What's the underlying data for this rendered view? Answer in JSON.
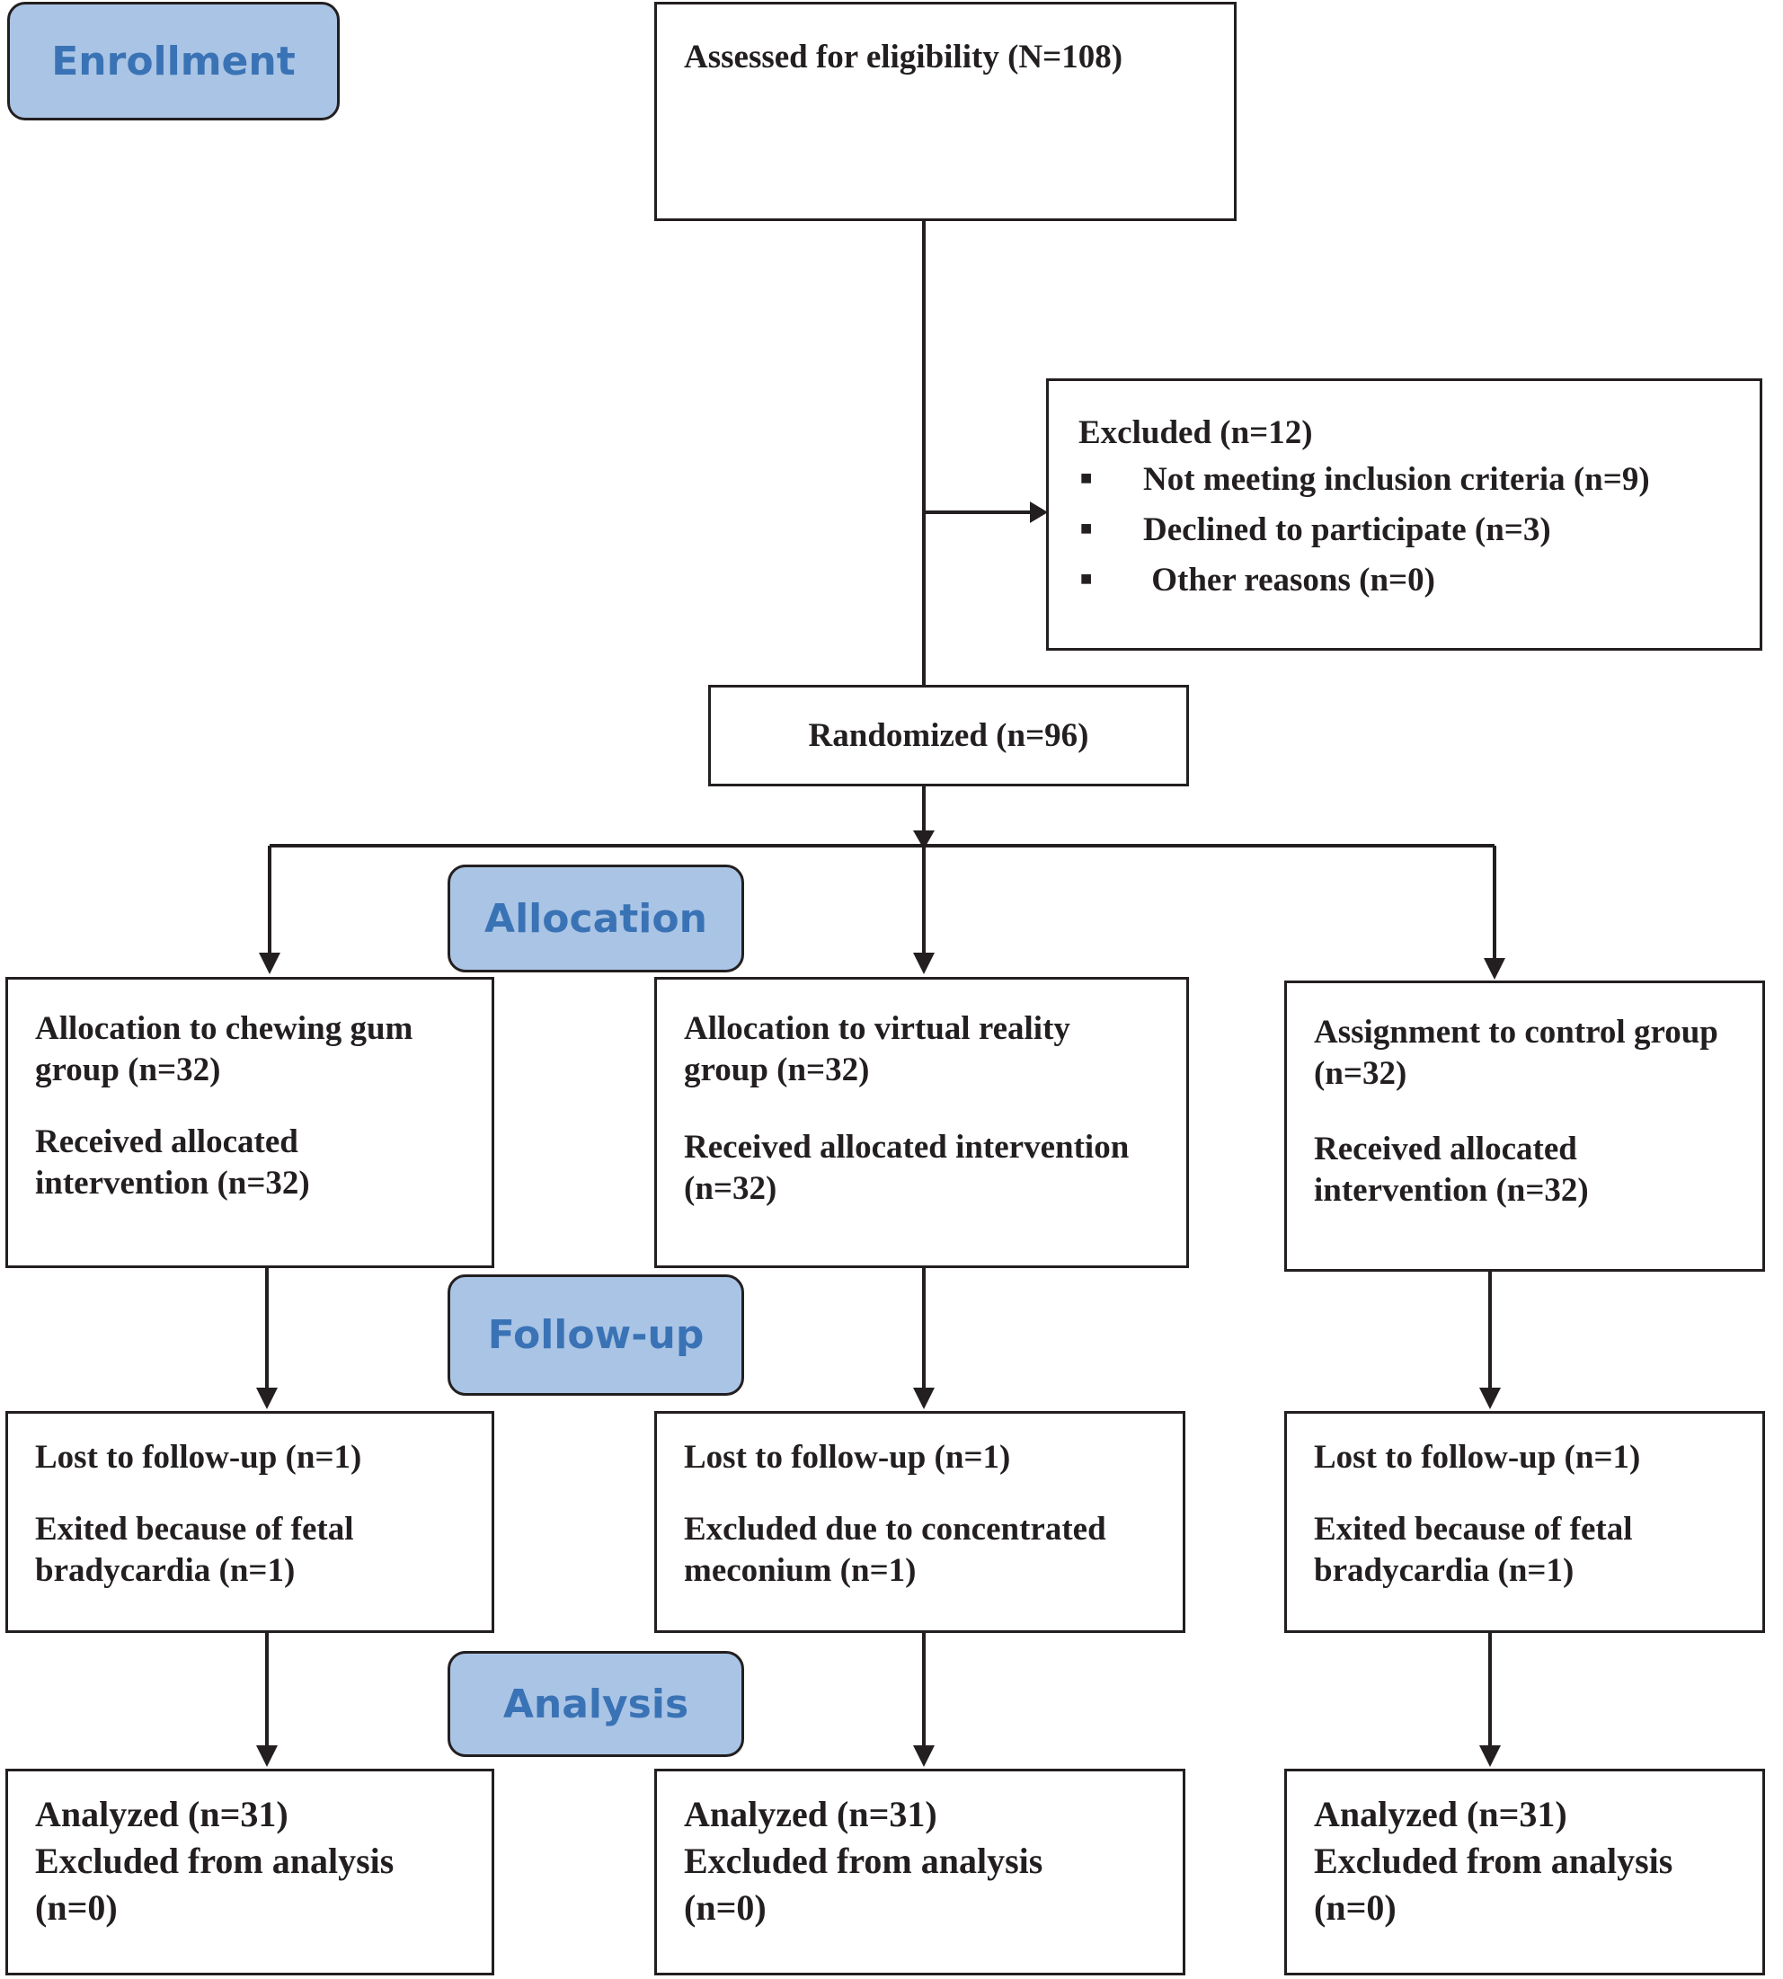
{
  "stages": {
    "enrollment": "Enrollment",
    "allocation": "Allocation",
    "follow_up": "Follow-up",
    "analysis": "Analysis"
  },
  "assessed": "Assessed for eligibility (N=108)",
  "excluded": {
    "title": "Excluded (n=12)",
    "items": [
      "Not meeting inclusion criteria (n=9)",
      "Declined to participate (n=3)",
      " Other reasons (n=0)"
    ],
    "bullet": "■"
  },
  "randomized": "Randomized (n=96)",
  "groups": [
    {
      "allocation": [
        "Allocation to chewing gum group (n=32)",
        "Received allocated intervention (n=32)"
      ],
      "follow_up": [
        "Lost to follow-up (n=1)",
        "Exited because of fetal bradycardia (n=1)"
      ],
      "analysis": [
        "Analyzed (n=31)",
        "Excluded from analysis (n=0)"
      ]
    },
    {
      "allocation": [
        "Allocation to virtual reality group (n=32)",
        "Received allocated intervention (n=32)"
      ],
      "follow_up": [
        "Lost to follow-up (n=1)",
        "Excluded due to concentrated meconium (n=1)"
      ],
      "analysis": [
        "Analyzed (n=31)",
        "Excluded from analysis (n=0)"
      ]
    },
    {
      "allocation": [
        "Assignment to control group (n=32)",
        "Received allocated intervention (n=32)"
      ],
      "follow_up": [
        "Lost to follow-up (n=1)",
        "Exited because of fetal bradycardia (n=1)"
      ],
      "analysis": [
        "Analyzed (n=31)",
        "Excluded from analysis (n=0)"
      ]
    }
  ]
}
